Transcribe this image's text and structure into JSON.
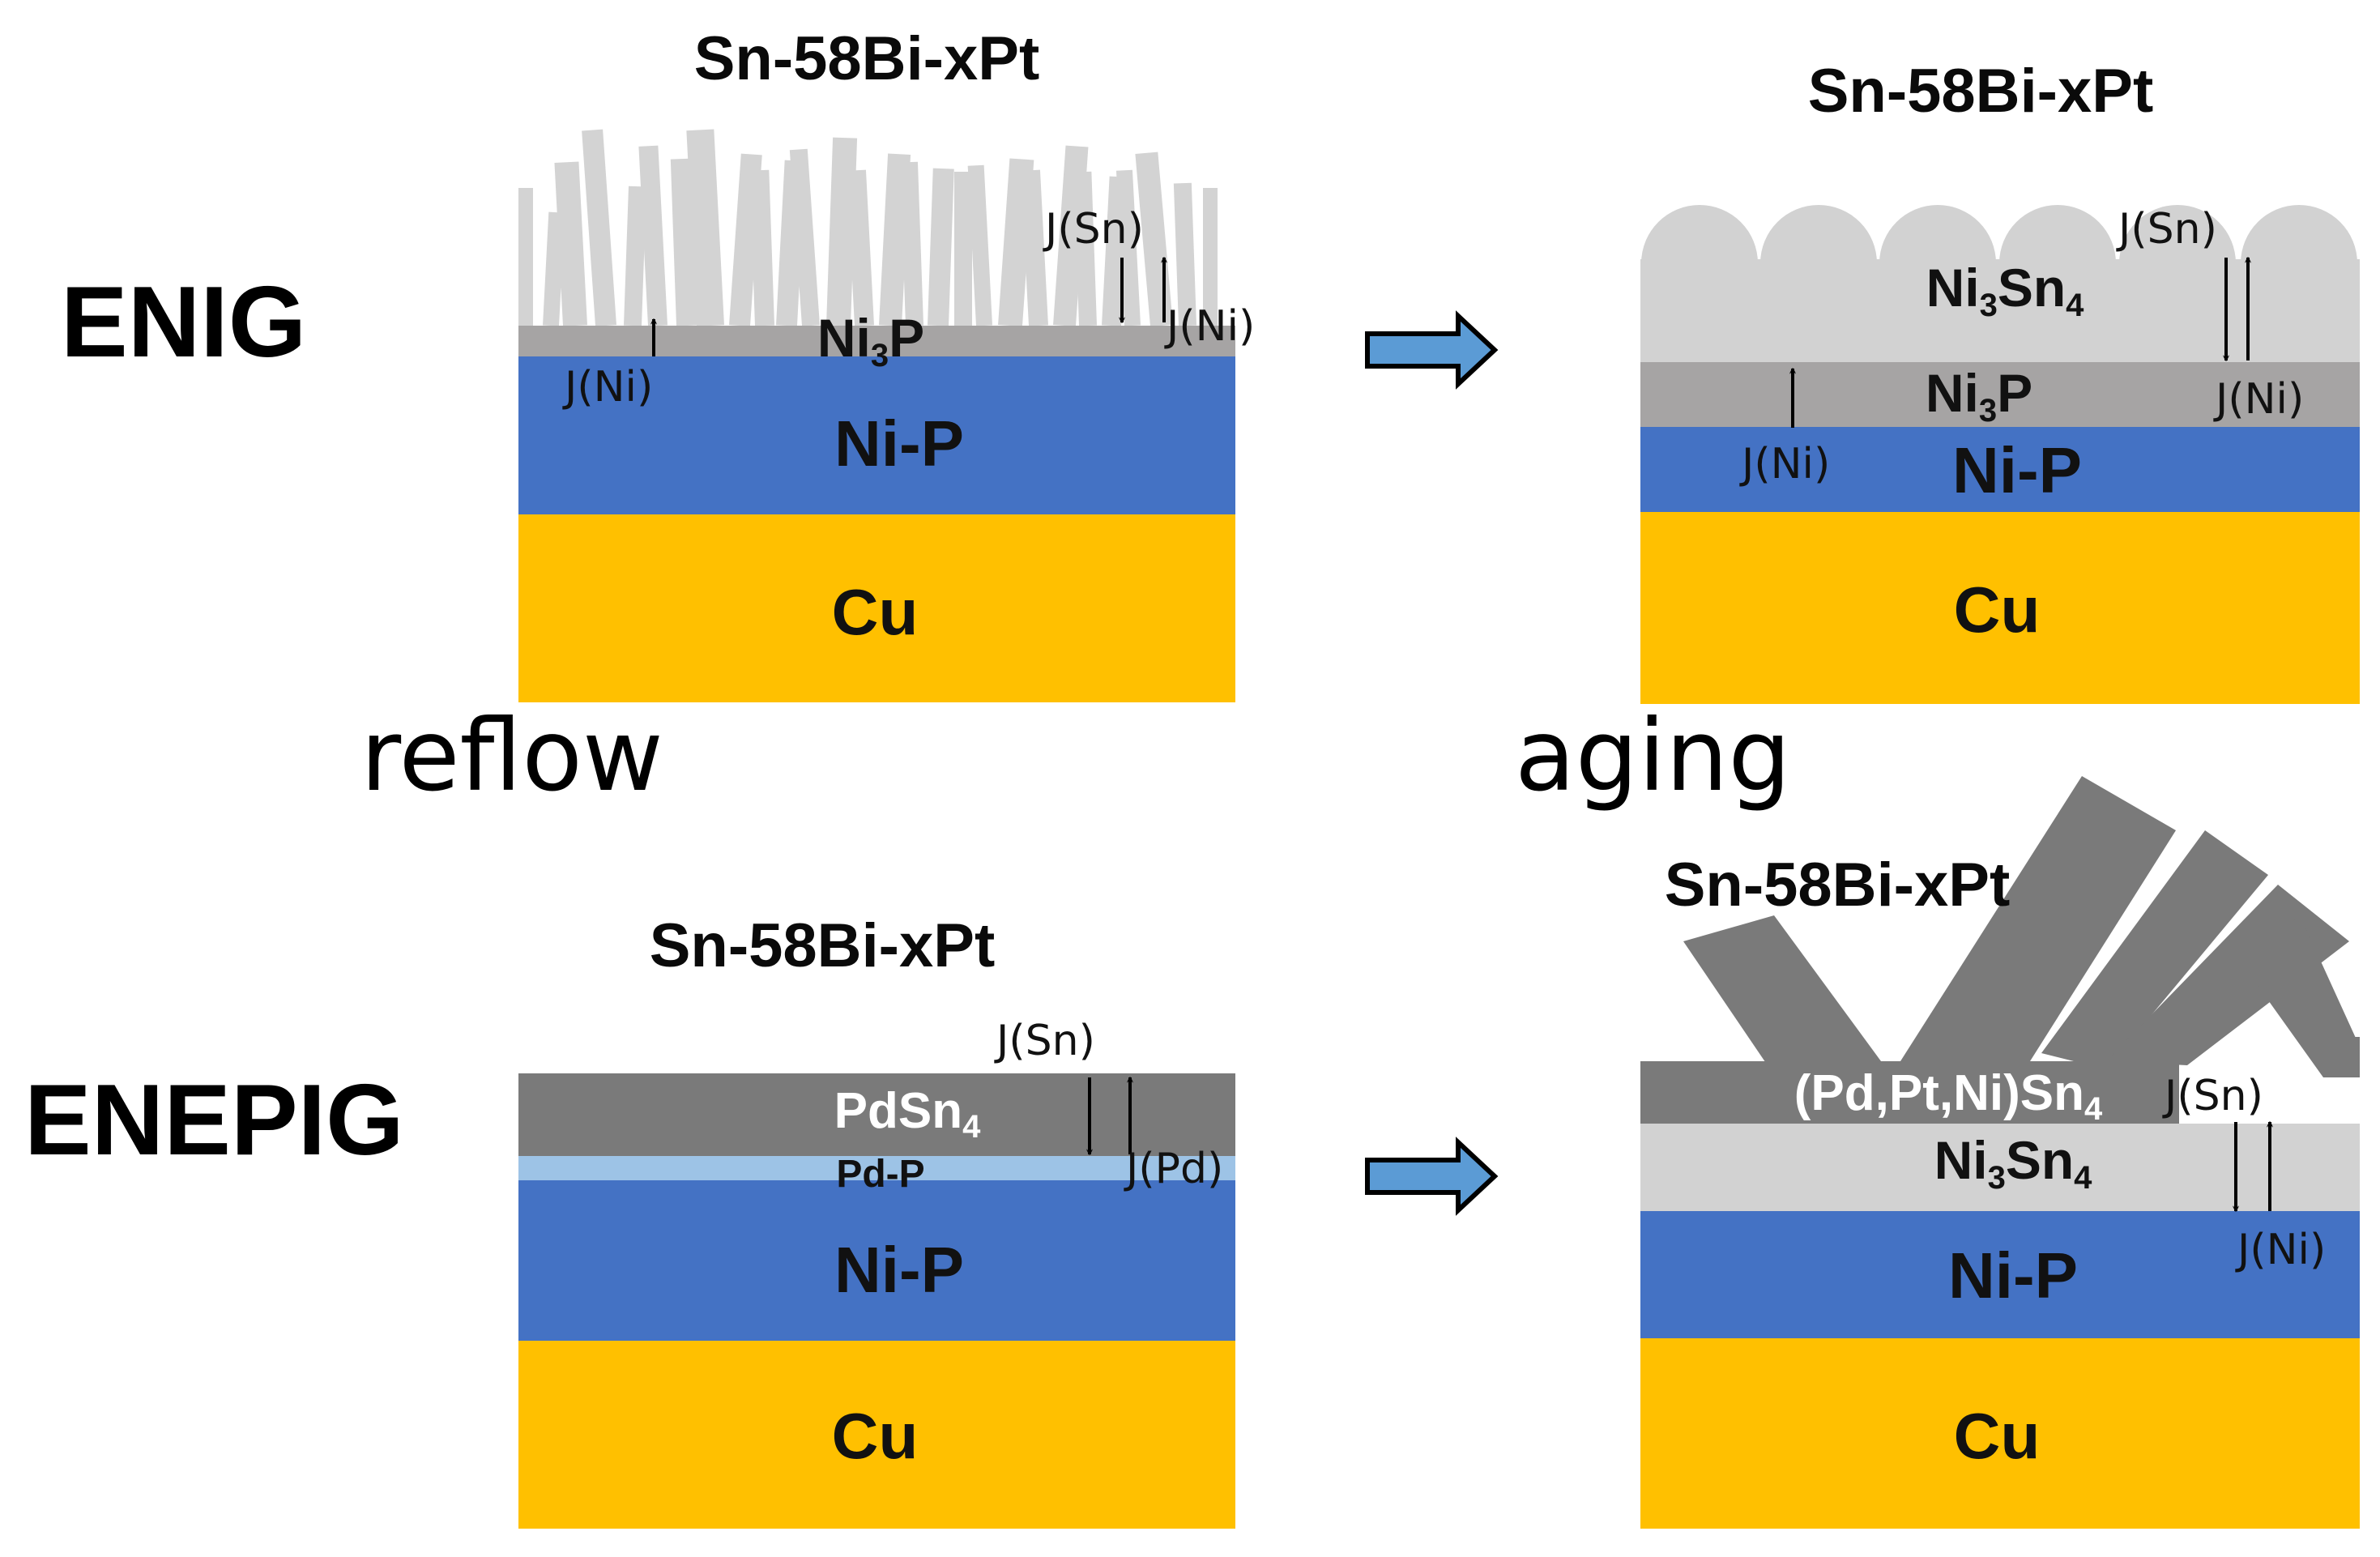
{
  "colors": {
    "cu": "#ffc000",
    "nip": "#4472c4",
    "ni3p": "#a6a4a4",
    "ni3sn4": "#d2d2d2",
    "pdsn4": "#7a7a7a",
    "pdp": "#9dc3e6",
    "arrow_fill": "#5b9bd5"
  },
  "labels": {
    "row_top": "ENIG",
    "row_bottom": "ENEPIG",
    "stage_left": "reflow",
    "stage_right": "aging"
  },
  "panels": {
    "enig_reflow": {
      "title": "Sn-58Bi-xPt",
      "cu": "Cu",
      "nip": "Ni-P",
      "ni3p_main": "Ni",
      "ni3p_sub": "3",
      "ni3p_tail": "P",
      "flux_ni_left": "J(Ni)",
      "flux_sn": "J(Sn)",
      "flux_ni_right": "J(Ni)"
    },
    "enig_aging": {
      "title": "Sn-58Bi-xPt",
      "cu": "Cu",
      "nip": "Ni-P",
      "ni3p_main": "Ni",
      "ni3p_sub": "3",
      "ni3p_tail": "P",
      "ni3sn4_main": "Ni",
      "ni3sn4_sub1": "3",
      "ni3sn4_mid": "Sn",
      "ni3sn4_sub2": "4",
      "flux_sn": "J(Sn)",
      "flux_ni_right": "J(Ni)",
      "flux_ni_left": "J(Ni)"
    },
    "enepig_reflow": {
      "title": "Sn-58Bi-xPt",
      "cu": "Cu",
      "nip": "Ni-P",
      "pdp": "Pd-P",
      "pdsn4_main": "PdSn",
      "pdsn4_sub": "4",
      "flux_sn": "J(Sn)",
      "flux_pd": "J(Pd)"
    },
    "enepig_aging": {
      "title": "Sn-58Bi-xPt",
      "cu": "Cu",
      "nip": "Ni-P",
      "ni3sn4_main": "Ni",
      "ni3sn4_sub1": "3",
      "ni3sn4_mid": "Sn",
      "ni3sn4_sub2": "4",
      "imc_main": "(Pd,Pt,Ni)Sn",
      "imc_sub": "4",
      "flux_sn": "J(Sn)",
      "flux_ni": "J(Ni)"
    }
  }
}
